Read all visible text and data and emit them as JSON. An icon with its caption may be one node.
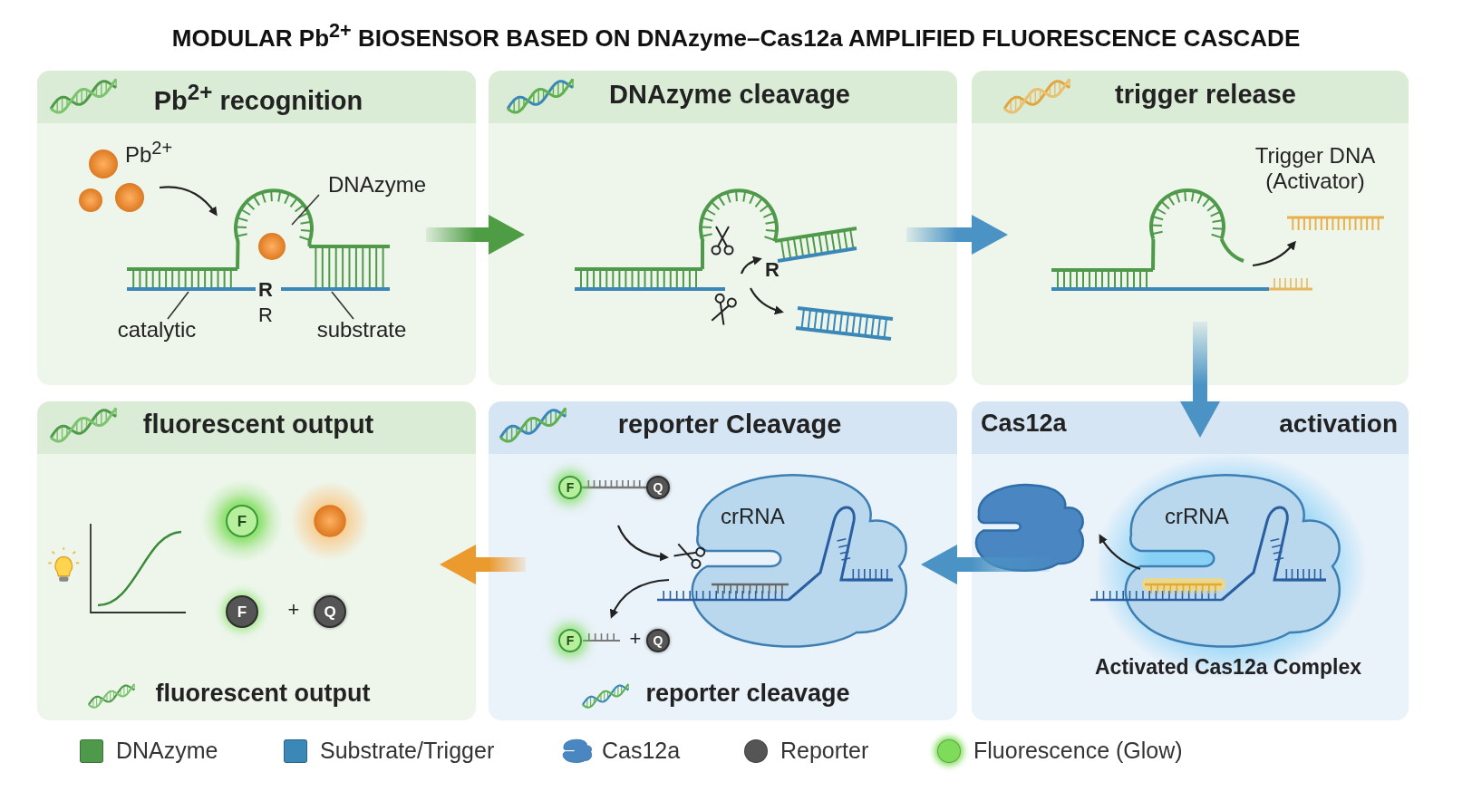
{
  "diagram": {
    "title": "MODULAR Pb$^{2+}$ BIOSENSOR BASED ON DNAzyme–Cas12a AMPLIFIED FLUORESCENCE CASCADE",
    "nodes": [
      {
        "text": [
          "Pb$^{2+}$ recognition"
        ]
      },
      {
        "text": [
          "DNAzyme cleavage"
        ]
      },
      {
        "text": [
          "trigger release"
        ]
      },
      {
        "text": [
          "fluorescent output",
          "fluorescent output"
        ]
      },
      {
        "text": [
          "reporter Cleavage",
          "reporter cleavage"
        ]
      },
      {
        "text": [
          "Cas12a",
          "activation",
          "Activated Cas12a Complex"
        ]
      },
      {
        "text": [
          "DNAzyme"
        ],
        "in": 0
      },
      {
        "text": [
          "catalytic"
        ],
        "in": 0
      },
      {
        "text": [
          "substrate"
        ],
        "in": 0
      },
      {
        "text": [
          "F"
        ],
        "in": 3
      },
      {
        "text": [
          "F"
        ],
        "in": 3
      },
      {
        "text": [
          "Q"
        ],
        "in": 3
      },
      {
        "text": [
          "F"
        ],
        "in": 4
      },
      {
        "text": [
          "Q"
        ],
        "in": 4
      },
      {
        "text": [
          "F"
        ],
        "in": 4
      },
      {
        "text": [
          "Q"
        ],
        "in": 4
      }
    ],
    "edges": [
      {
        "from": 0,
        "to": 1,
        "arrow": "to",
        "color": "#4e9d44"
      },
      {
        "from": 1,
        "to": 2,
        "arrow": "to",
        "color": "#4a93c4"
      },
      {
        "from": 2,
        "to": 5,
        "arrow": "to",
        "color": "#4a93c4"
      },
      {
        "from": 5,
        "to": 4,
        "arrow": "to",
        "color": "#4a93c4"
      },
      {
        "from": 4,
        "to": 3,
        "arrow": "to",
        "color": "#eb9a2e"
      },
      {
        "from": 6,
        "to": null,
        "arrow": "none",
        "color": "#333333"
      },
      {
        "from": 7,
        "to": null,
        "arrow": "none",
        "color": "#333333"
      },
      {
        "from": 8,
        "to": null,
        "arrow": "none",
        "color": "#333333"
      },
      {
        "from": 12,
        "to": 13,
        "arrow": "none",
        "color": "#777777"
      }
    ],
    "labels": [
      "Pb$^{2+}$",
      "R",
      "R",
      "R",
      "Trigger DNA (Activator)",
      "+",
      "crRNA",
      "+",
      "crRNA"
    ],
    "legend": [
      {
        "text": "DNAzyme",
        "color": "#4f9a4a"
      },
      {
        "text": "Substrate/Trigger",
        "color": "#3a87b8"
      },
      {
        "text": "Cas12a"
      },
      {
        "text": "Reporter",
        "color": "#555555"
      },
      {
        "text": "Fluorescence (Glow)",
        "color": "#7fdc5a"
      }
    ]
  }
}
